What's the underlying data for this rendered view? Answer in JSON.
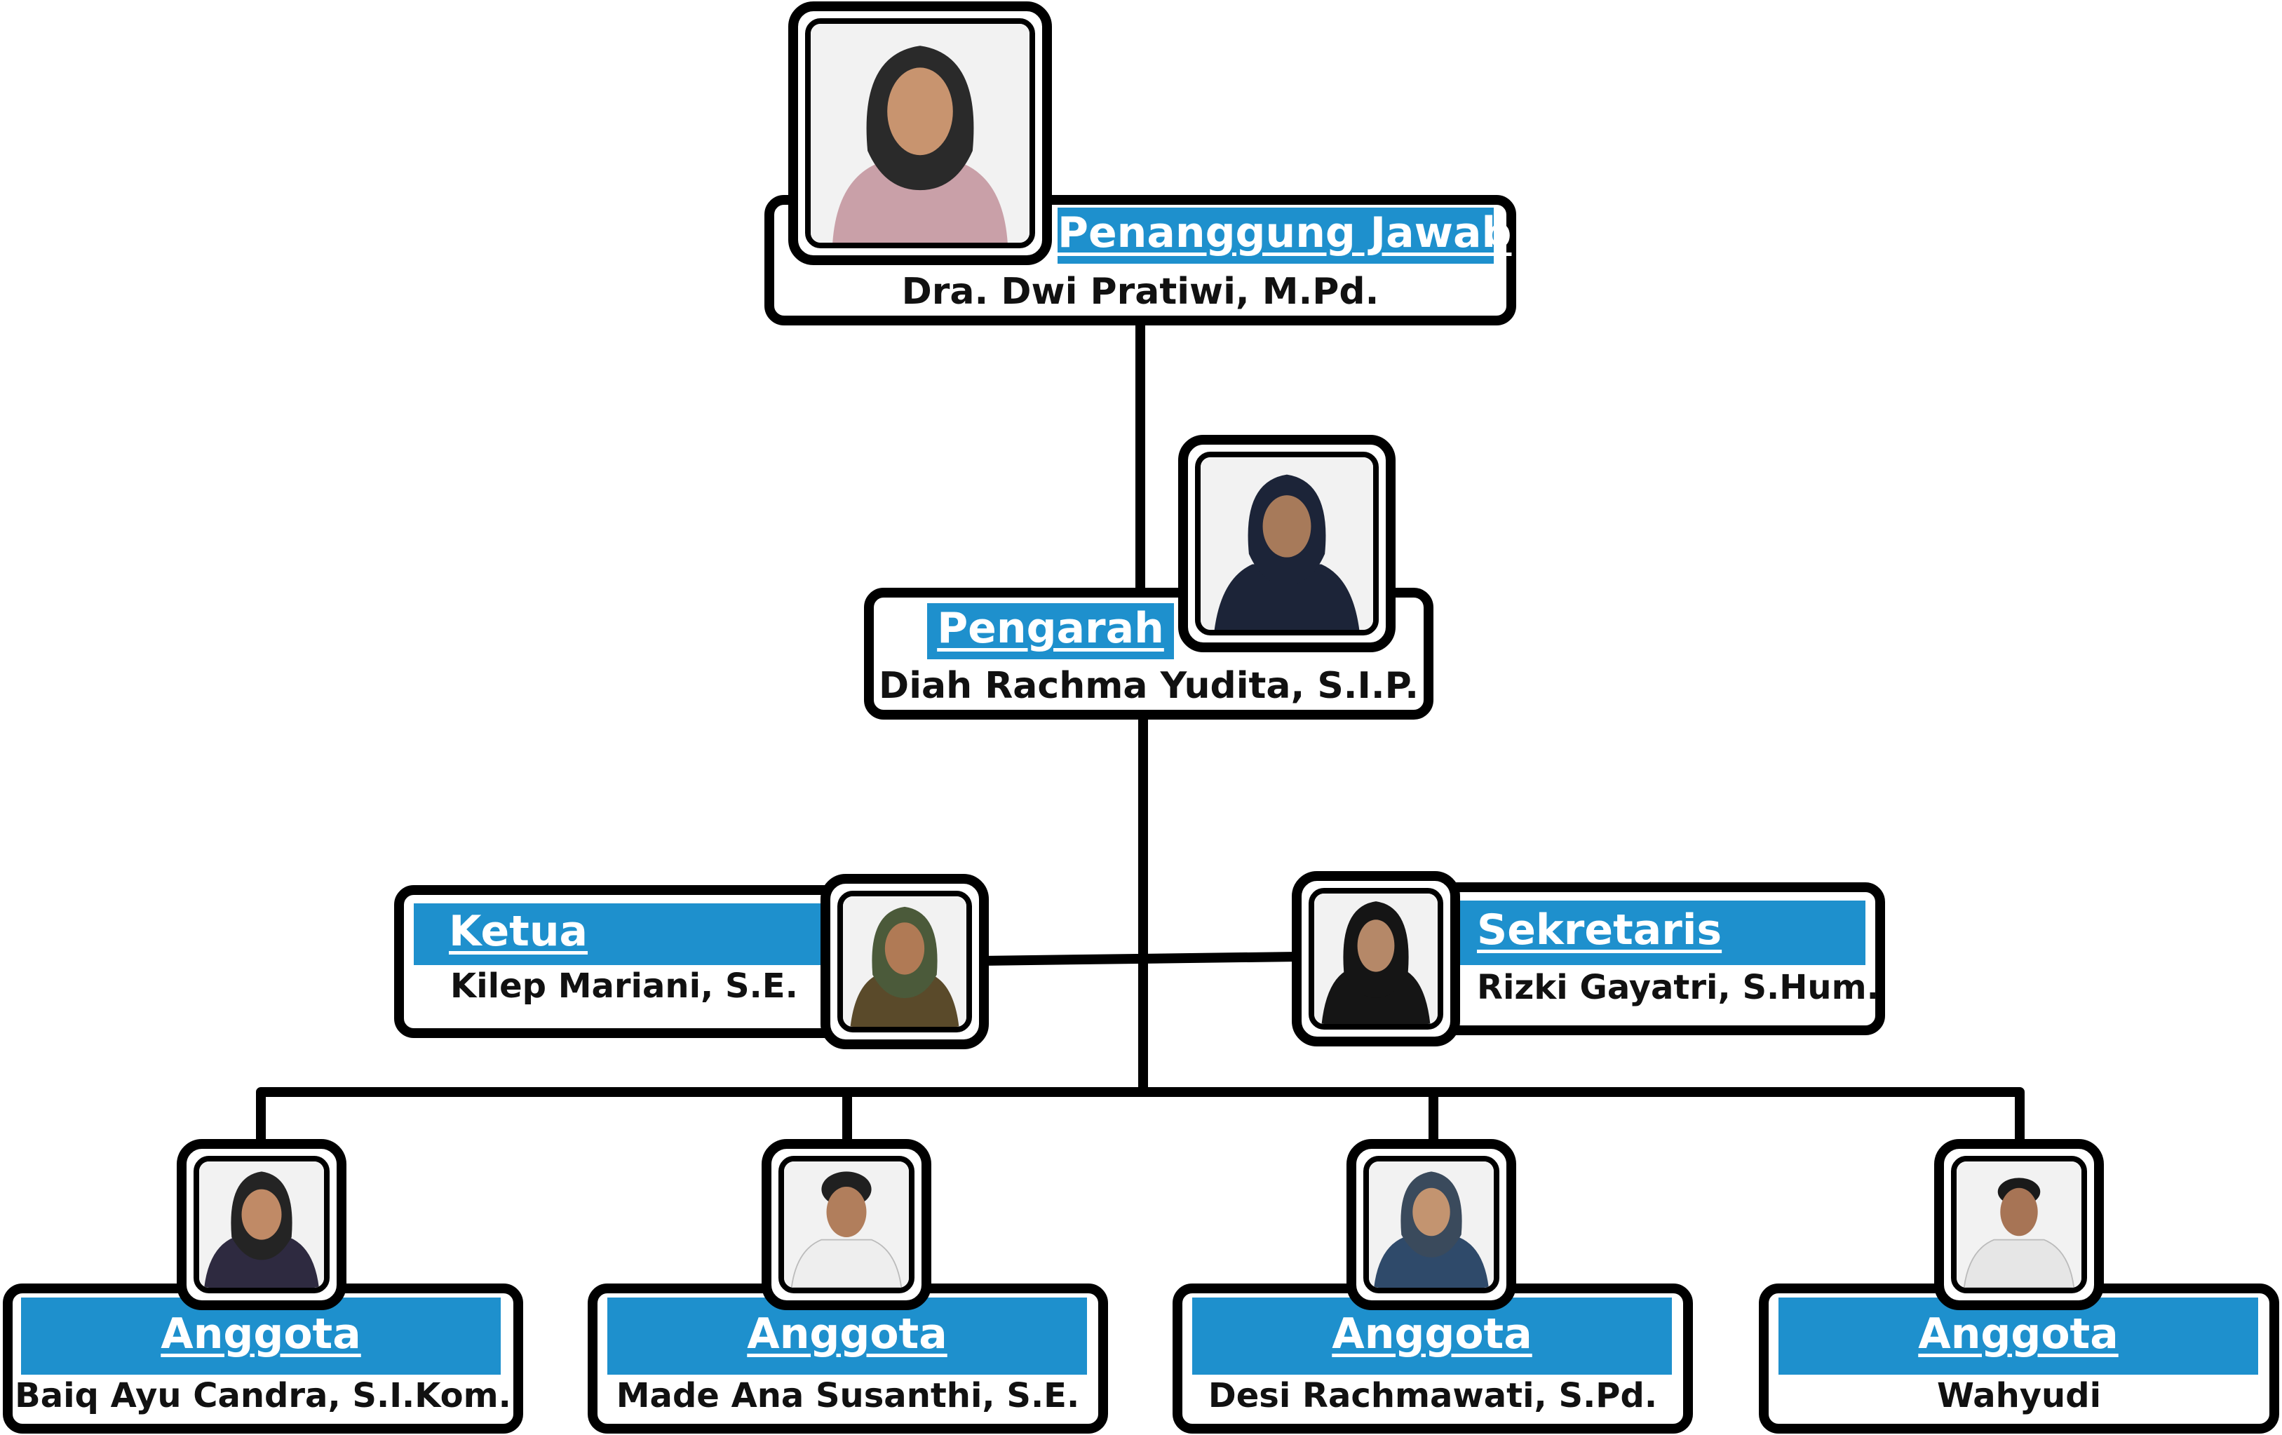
{
  "colors": {
    "banner": "#1e90cd",
    "line": "#000000",
    "background": "#ffffff"
  },
  "penanggung": {
    "role": "Penanggung Jawab",
    "name": "Dra. Dwi Pratiwi, M.Pd."
  },
  "pengarah": {
    "role": "Pengarah",
    "name": "Diah Rachma Yudita, S.I.P."
  },
  "ketua": {
    "role": "Ketua",
    "name": "Kilep Mariani, S.E."
  },
  "sekretaris": {
    "role": "Sekretaris",
    "name": "Rizki Gayatri, S.Hum."
  },
  "anggota": [
    {
      "role": "Anggota",
      "name": "Baiq Ayu Candra, S.I.Kom."
    },
    {
      "role": "Anggota",
      "name": "Made Ana Susanthi, S.E."
    },
    {
      "role": "Anggota",
      "name": "Desi Rachmawati, S.Pd."
    },
    {
      "role": "Anggota",
      "name": "Wahyudi"
    }
  ]
}
